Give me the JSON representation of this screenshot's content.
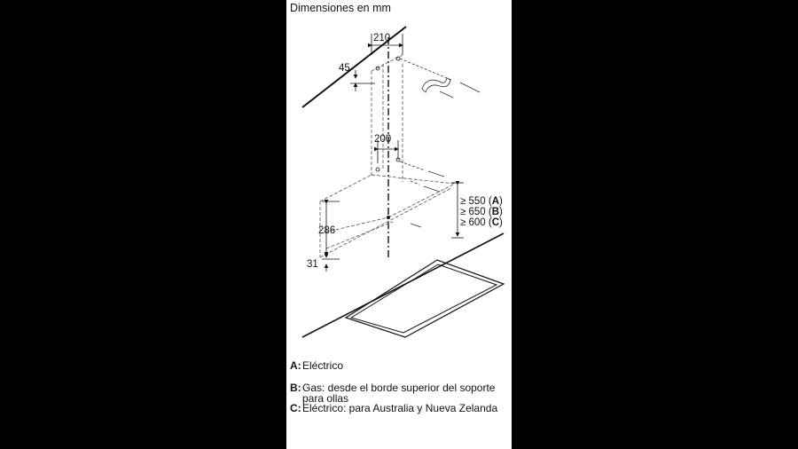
{
  "title": "Dimensiones en mm",
  "dimensions": {
    "d210": "210",
    "d45": "45",
    "d200": "200",
    "d286": "286",
    "d31": "31",
    "hA_prefix": "≥ 550 (",
    "hA_key": "A",
    "hB_prefix": "≥ 650 (",
    "hB_key": "B",
    "hC_prefix": "≥ 600 (",
    "hC_key": "C",
    "close": ")"
  },
  "legend": [
    {
      "key": "A:",
      "text": "Eléctrico"
    },
    {
      "key": "B:",
      "text": "Gas: desde el borde superior del soporte para ollas"
    },
    {
      "key": "C:",
      "text": "Eléctrico: para Australia y Nueva Zelanda"
    }
  ]
}
